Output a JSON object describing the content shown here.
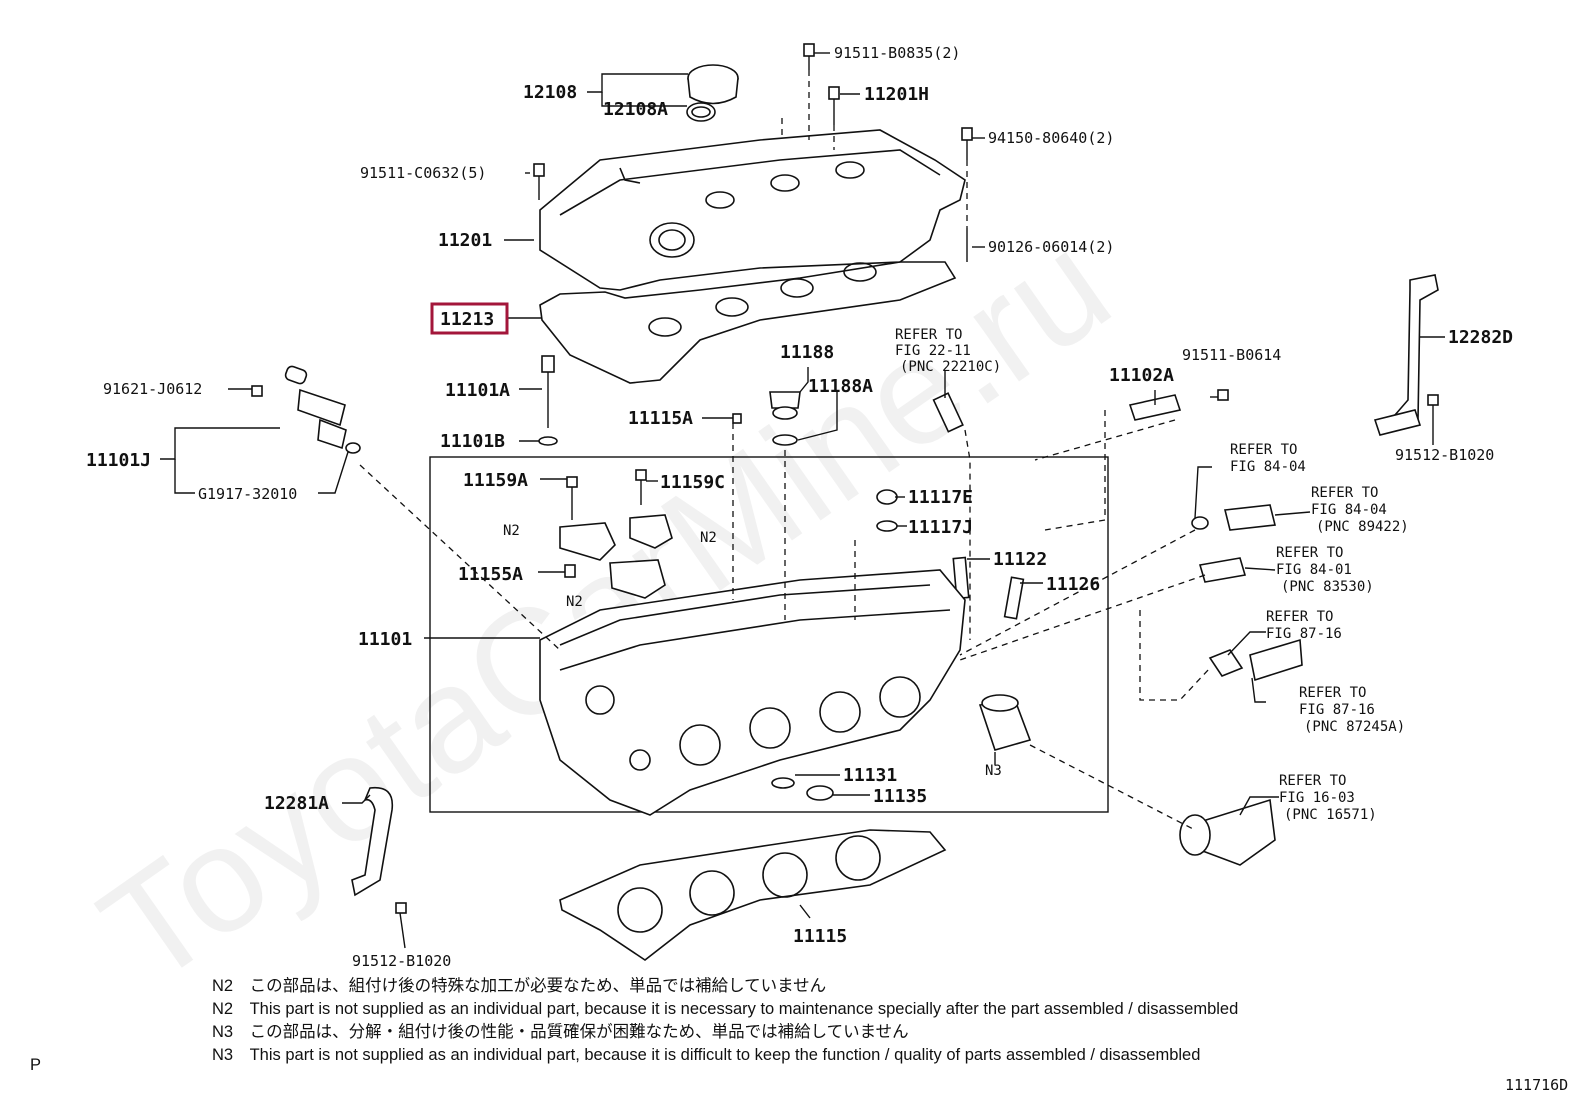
{
  "diagram": {
    "labels": {
      "p12108": "12108",
      "p12108A": "12108A",
      "p91511_B0835": "91511-B0835(2)",
      "p11201H": "11201H",
      "p94150": "94150-80640(2)",
      "p91511_C0632": "91511-C0632(5)",
      "p11201": "11201",
      "p90126": "90126-06014(2)",
      "p11213": "11213",
      "p11188": "11188",
      "p11188A": "11188A",
      "p11101A": "11101A",
      "p11115A": "11115A",
      "p11101B": "11101B",
      "p91621": "91621-J0612",
      "p11101J": "11101J",
      "pG1917": "G1917-32010",
      "p11159A": "11159A",
      "p11159C": "11159C",
      "p11117E": "11117E",
      "p11117J": "11117J",
      "p11155A": "11155A",
      "p11122": "11122",
      "p11126": "11126",
      "p11101": "11101",
      "p11131": "11131",
      "p11135": "11135",
      "p12281A": "12281A",
      "p91512_a": "91512-B1020",
      "p11115": "11115",
      "p11102A": "11102A",
      "p91511_B0614": "91511-B0614",
      "p12282D": "12282D",
      "p91512_b": "91512-B1020",
      "n2a": "N2",
      "n2b": "N2",
      "n2c": "N2",
      "n3": "N3"
    },
    "refs": {
      "r1": [
        "REFER TO",
        "FIG 22-11",
        "(PNC 22210C)"
      ],
      "r2": [
        "REFER TO",
        "FIG 84-04"
      ],
      "r3": [
        "REFER TO",
        "FIG 84-04",
        "(PNC 89422)"
      ],
      "r4": [
        "REFER TO",
        "FIG 84-01",
        "(PNC 83530)"
      ],
      "r5": [
        "REFER TO",
        "FIG 87-16"
      ],
      "r6": [
        "REFER TO",
        "FIG 87-16",
        "(PNC 87245A)"
      ],
      "r7": [
        "REFER TO",
        "FIG 16-03",
        "(PNC 16571)"
      ]
    },
    "highlight_color": "#a3163a",
    "watermark": "ToyotaCarMine.ru"
  },
  "notes": [
    "N2　この部品は、組付け後の特殊な加工が必要なため、単品では補給していません",
    "N2　This part is not supplied as an individual part, because it is necessary to maintenance specially after the part assembled / disassembled",
    "N3　この部品は、分解・組付け後の性能・品質確保が困難なため、単品では補給していません",
    "N3　This part is not supplied as an individual part, because it is difficult to keep the function / quality of parts  assembled / disassembled"
  ],
  "page_letter": "P",
  "figure_code": "111716D"
}
